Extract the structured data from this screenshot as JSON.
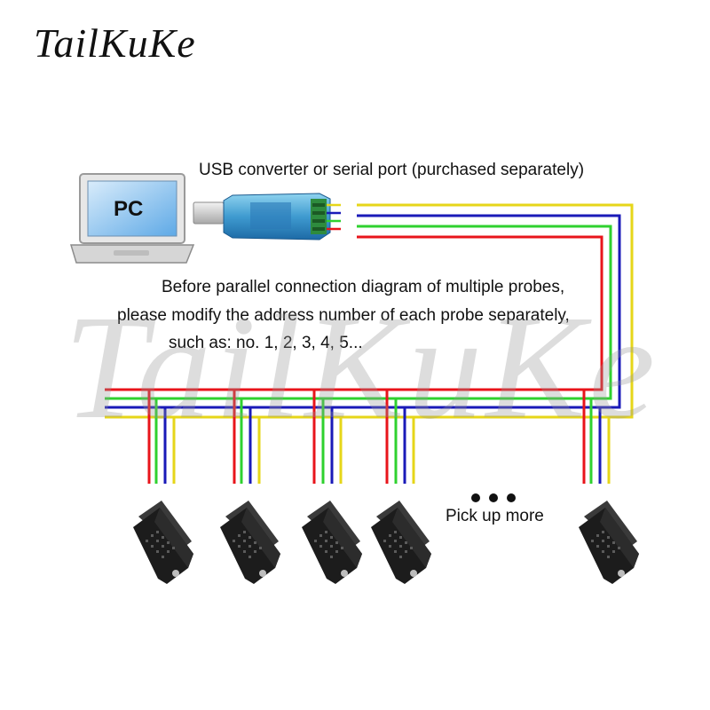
{
  "brand": "TailKuKe",
  "watermark": "TailKuKe",
  "pc_label": "PC",
  "usb_label": "USB converter or serial port (purchased separately)",
  "note": {
    "line1": "Before parallel connection diagram of multiple probes,",
    "line2": "please modify the address number of each probe separately,",
    "line3": "such as: no. 1, 2, 3, 4, 5..."
  },
  "more_label": "Pick up more",
  "colors": {
    "red": "#e8141b",
    "green": "#2fd12f",
    "blue": "#1a1ab8",
    "yellow": "#e6d619",
    "probe": "#1c1c1c"
  },
  "probe_count": 5
}
